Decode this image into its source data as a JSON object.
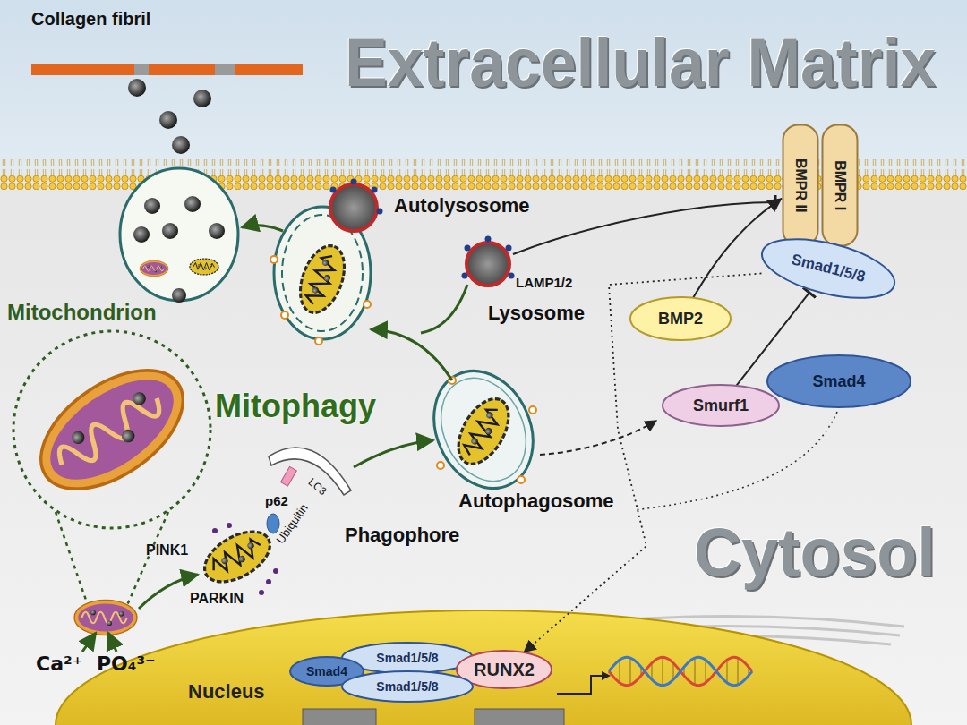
{
  "diagram": {
    "nodes": [
      {
        "text": [
          "BMPR II"
        ]
      },
      {
        "text": [
          "BMPR I"
        ]
      },
      {
        "text": [
          "Smad1/5/8"
        ]
      },
      {
        "text": [
          "BMP2"
        ]
      },
      {
        "text": [
          "Smad4"
        ]
      },
      {
        "text": [
          "Smurf1"
        ]
      },
      {
        "text": [
          "Nucleus"
        ]
      },
      {
        "text": [
          "Smad1/5/8"
        ],
        "in": 6
      },
      {
        "text": [
          "Smad4"
        ],
        "in": 6
      },
      {
        "text": [
          "RUNX2"
        ],
        "in": 6
      },
      {
        "text": [
          "Smad1/5/8"
        ],
        "in": 6
      }
    ],
    "edges": [
      {
        "from": 3,
        "to": 0,
        "arrow": "to"
      },
      {
        "from": 5,
        "to": 2,
        "arrow": "to"
      },
      {
        "from": 2,
        "to": 9,
        "arrow": "to"
      }
    ],
    "labels": [
      "Collagen fibril",
      "Extracellular Matrix",
      "Autolysosome",
      "LAMP1/2",
      "Lysosome",
      "Mitochondrion",
      "Mitophagy",
      "Autophagosome",
      "LC3",
      "p62",
      "Ubiquitin",
      "Phagophore",
      "PINK1",
      "PARKIN",
      "Ca²⁺",
      "PO₄³⁻",
      "Cytosol"
    ]
  }
}
